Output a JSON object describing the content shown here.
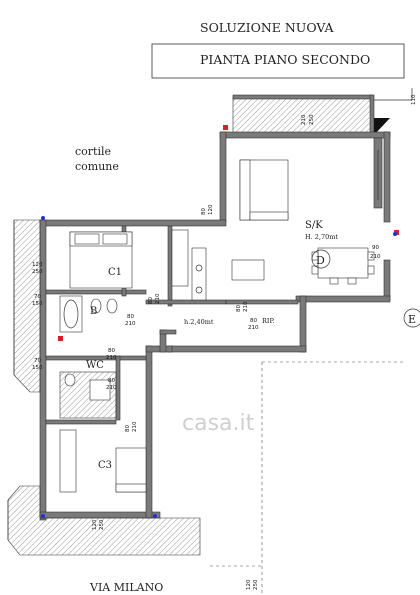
{
  "header": {
    "title": "SOLUZIONE NUOVA",
    "subtitle": "PIANTA PIANO SECONDO"
  },
  "labels": {
    "courtyard_line1": "cortile",
    "courtyard_line2": "comune",
    "street": "VIA MILANO",
    "watermark": "casa.it"
  },
  "rooms": {
    "living_name": "S/K",
    "living_height": "H. 2,70mt",
    "sector_d": "D",
    "bedroom1": "C1",
    "bath": "B",
    "wc": "WC",
    "bedroom3": "C3",
    "corridor_height": "h.2,40mt",
    "storage": "RIP.",
    "sector_e": "E"
  },
  "dims": {
    "d1a": "210",
    "d1b": "250",
    "d2a": "80",
    "d2b": "120",
    "d3a": "120",
    "d3b": "250",
    "d4a": "70",
    "d4b": "150",
    "d5a": "70",
    "d5b": "150",
    "d6a": "90",
    "d6b": "210",
    "d7a": "80",
    "d7b": "210",
    "d8a": "80",
    "d8b": "210",
    "d9a": "80",
    "d9b": "210",
    "d10a": "80",
    "d10b": "210",
    "d11a": "80",
    "d11b": "210",
    "d12a": "80",
    "d12b": "210",
    "d13a": "80",
    "d13b": "210",
    "d14a": "120",
    "d14b": "250",
    "d15a": "110",
    "d16a": "120",
    "d16b": "250"
  },
  "colors": {
    "wall": "#7a7a7a",
    "line": "#333333",
    "marker_red": "#d22222",
    "marker_blue": "#2233cc"
  }
}
